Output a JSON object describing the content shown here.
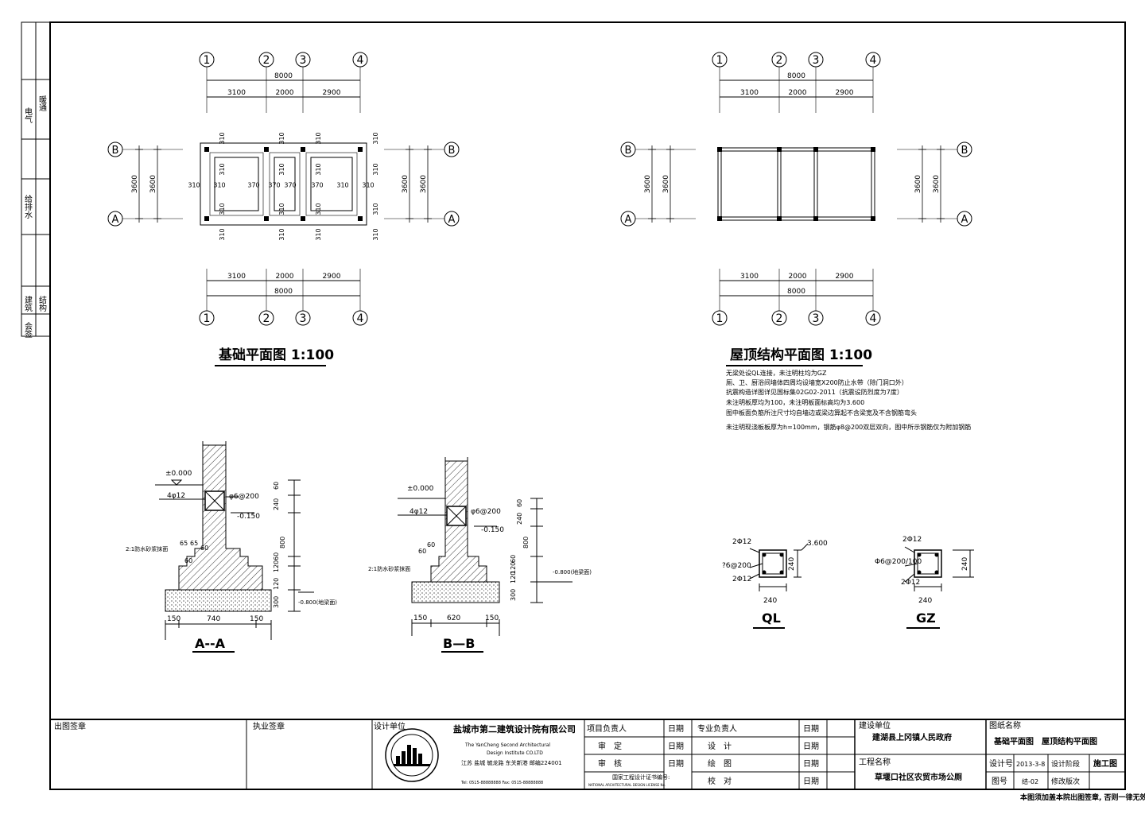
{
  "grid_labels": {
    "axes_x": [
      "1",
      "2",
      "3",
      "4"
    ],
    "axes_y": [
      "B",
      "A"
    ]
  },
  "dims": {
    "total": "8000",
    "spans": [
      "3100",
      "2000",
      "2900"
    ],
    "height": "3600",
    "offset": "310",
    "inner": "370"
  },
  "foundation_plan": {
    "title": "基础平面图 1:100"
  },
  "roof_plan": {
    "title": "屋顶结构平面图 1:100",
    "notes": [
      "无梁处设QL连接，未注明柱均为GZ",
      "厕、卫、厨浴间墙体四周均设墙宽X200防止水带（除门洞口外）",
      "抗震构造详图详见国标集02G02-2011（抗震设防烈度为7度）",
      "未注明板厚均为100，未注明板面标高均为3.600",
      "图中板面负筋所注尺寸均自墙边或梁边算起不含梁宽及不含钢筋弯头",
      "未注明现浇板板厚为h=100mm，钢筋φ8@200双层双向，图中所示钢筋仅为附加钢筋"
    ]
  },
  "section_aa": {
    "title": "A--A",
    "level0": "±0.000",
    "level1": "-0.150",
    "level2": "-0.800(地梁面)",
    "rebar_main": "4φ12",
    "stirrup": "φ6@200",
    "mortar": "2:1防水砂浆抹面",
    "v_dims": [
      "60",
      "240",
      "800",
      "60",
      "120",
      "120",
      "300"
    ],
    "steps": [
      "65",
      "65",
      "60",
      "60"
    ],
    "base": [
      "150",
      "740",
      "150"
    ]
  },
  "section_bb": {
    "title": "B—B",
    "level0": "±0.000",
    "level1": "-0.150",
    "level2": "-0.800(地梁面)",
    "rebar_main": "4φ12",
    "stirrup": "φ6@200",
    "mortar": "2:1防水砂浆抹面",
    "v_dims": [
      "60",
      "240",
      "800",
      "60",
      "120",
      "120",
      "300"
    ],
    "steps": [
      "60",
      "60"
    ],
    "base": [
      "150",
      "620",
      "150"
    ]
  },
  "ql": {
    "title": "QL",
    "top": "2Φ12",
    "stirrup": "?6@200",
    "bottom": "2Φ12",
    "h": "240",
    "w": "240",
    "elev": "3.600"
  },
  "gz": {
    "title": "GZ",
    "top": "2Φ12",
    "stirrup": "Φ6@200/100",
    "bottom": "2Φ12",
    "h": "240",
    "w": "240"
  },
  "left_strip": [
    "电气",
    "暖通",
    "给排水",
    "建筑",
    "结构",
    "会签"
  ],
  "title_block": {
    "out_seal": "出图签章",
    "practice_seal": "执业签章",
    "design_unit_label": "设计单位",
    "firm_cn": "盐城市第二建筑设计院有限公司",
    "firm_en1": "The YanCheng Second Architectural",
    "firm_en2": "Design Institute CO.LTD",
    "firm_addr": "江苏 盐城 毓龙路 东关新港  邮编224001",
    "firm_tel": "Tel: 0515-88888888     Fax: 0515-88888888",
    "cert": "国家工程设计证书编号:",
    "cert_en": "NATIONAL ARCHITECTURAL DESIGN LICENSE No.",
    "roles": [
      "项目负责人",
      "审　定",
      "审　核"
    ],
    "roles2": [
      "专业负责人",
      "设　计",
      "绘　图",
      "校　对"
    ],
    "date": "日期",
    "client_label": "建设单位",
    "client": "建湖县上冈镇人民政府",
    "project_label": "工程名称",
    "project": "草堰口社区农贸市场公厕",
    "drawing_label": "图纸名称",
    "drawing_name": "基础平面图　屋顶结构平面图",
    "design_no_label": "设计号",
    "design_no": "2013-3-8",
    "phase_label": "设计阶段",
    "phase": "施工图",
    "fig_no_label": "图号",
    "fig_no": "结-02",
    "rev_label": "修改版次",
    "footer": "本图须加盖本院出图签章, 否则一律无效"
  }
}
